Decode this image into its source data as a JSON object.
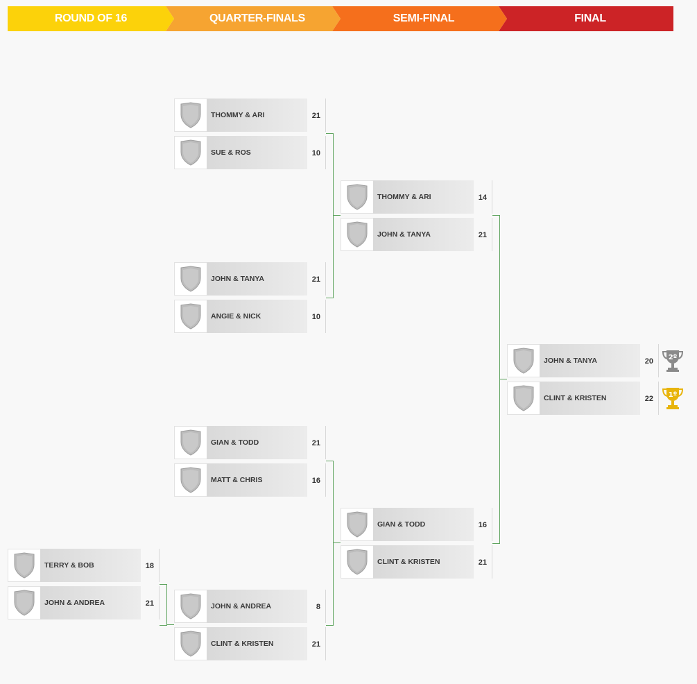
{
  "rounds": [
    {
      "label": "ROUND OF 16"
    },
    {
      "label": "QUARTER-FINALS"
    },
    {
      "label": "SEMI-FINAL"
    },
    {
      "label": "FINAL"
    }
  ],
  "round_of_16": [
    {
      "team": "TERRY & BOB",
      "score": "18"
    },
    {
      "team": "JOHN & ANDREA",
      "score": "21"
    }
  ],
  "quarter_finals": [
    {
      "team": "THOMMY & ARI",
      "score": "21"
    },
    {
      "team": "SUE & ROS",
      "score": "10"
    },
    {
      "team": "JOHN & TANYA",
      "score": "21"
    },
    {
      "team": "ANGIE & NICK",
      "score": "10"
    },
    {
      "team": "GIAN & TODD",
      "score": "21"
    },
    {
      "team": "MATT & CHRIS",
      "score": "16"
    },
    {
      "team": "JOHN & ANDREA",
      "score": "8"
    },
    {
      "team": "CLINT & KRISTEN",
      "score": "21"
    }
  ],
  "semi_final": [
    {
      "team": "THOMMY & ARI",
      "score": "14"
    },
    {
      "team": "JOHN & TANYA",
      "score": "21"
    },
    {
      "team": "GIAN & TODD",
      "score": "16"
    },
    {
      "team": "CLINT & KRISTEN",
      "score": "21"
    }
  ],
  "final": [
    {
      "team": "JOHN & TANYA",
      "score": "20",
      "place": "2º",
      "trophy_icon": "silver-trophy-icon",
      "trophy_color": "#8a8a8a"
    },
    {
      "team": "CLINT & KRISTEN",
      "score": "22",
      "place": "1º",
      "trophy_icon": "gold-trophy-icon",
      "trophy_color": "#e8b40c"
    }
  ],
  "icons": {
    "team_crest": "shield-icon"
  },
  "colors": {
    "connector": "#5fa45f",
    "round1": "#fcd20a",
    "round2": "#f6a431",
    "round3": "#f56f1c",
    "round4": "#cc2326"
  }
}
